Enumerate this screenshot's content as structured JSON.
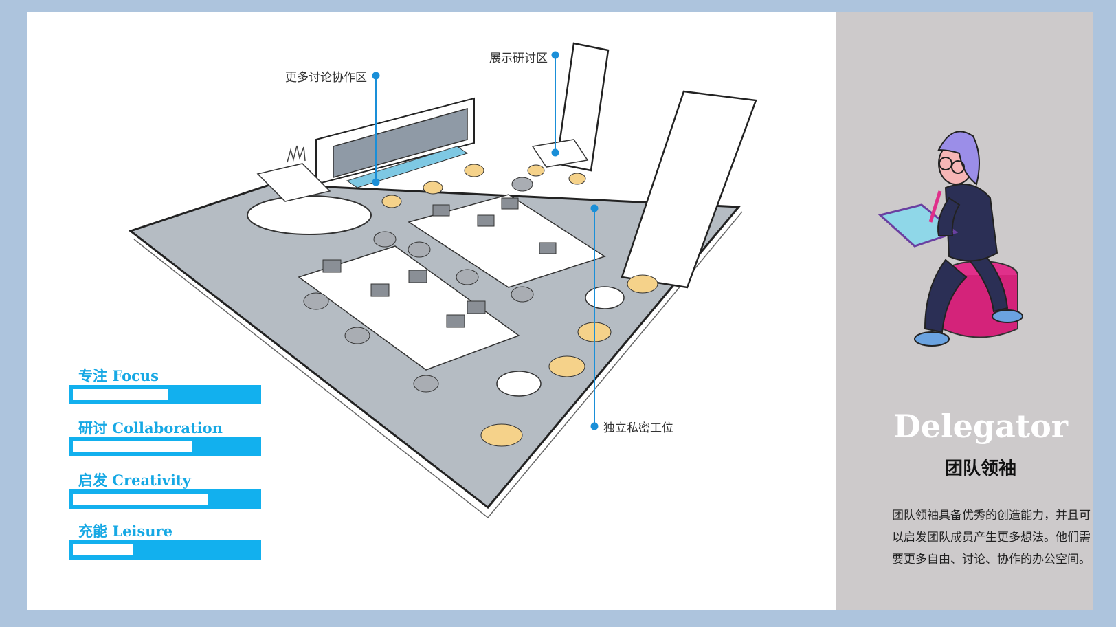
{
  "callouts": {
    "discussion": "更多讨论协作区",
    "display": "展示研讨区",
    "private": "独立私密工位"
  },
  "metrics": [
    {
      "label": "专注 Focus",
      "level": 0.52
    },
    {
      "label": "研讨 Collaboration",
      "level": 0.65
    },
    {
      "label": "启发 Creativity",
      "level": 0.73
    },
    {
      "label": "充能 Leisure",
      "level": 0.33
    }
  ],
  "persona": {
    "name": "Delegator",
    "name_cn": "团队领袖",
    "description": "团队领袖具备优秀的创造能力，并且可以启发团队成员产生更多想法。他们需要更多自由、讨论、协作的办公空间。"
  },
  "colors": {
    "background": "#adc4dd",
    "panel": "#ffffff",
    "side_panel": "#cdcacb",
    "accent": "#12b0ee",
    "callout_line": "#1a8fd8",
    "floor": "#b5bcc3",
    "chair_yellow": "#f5d28a",
    "hat_purple": "#9b8ee8",
    "stool_pink": "#d4237a"
  }
}
